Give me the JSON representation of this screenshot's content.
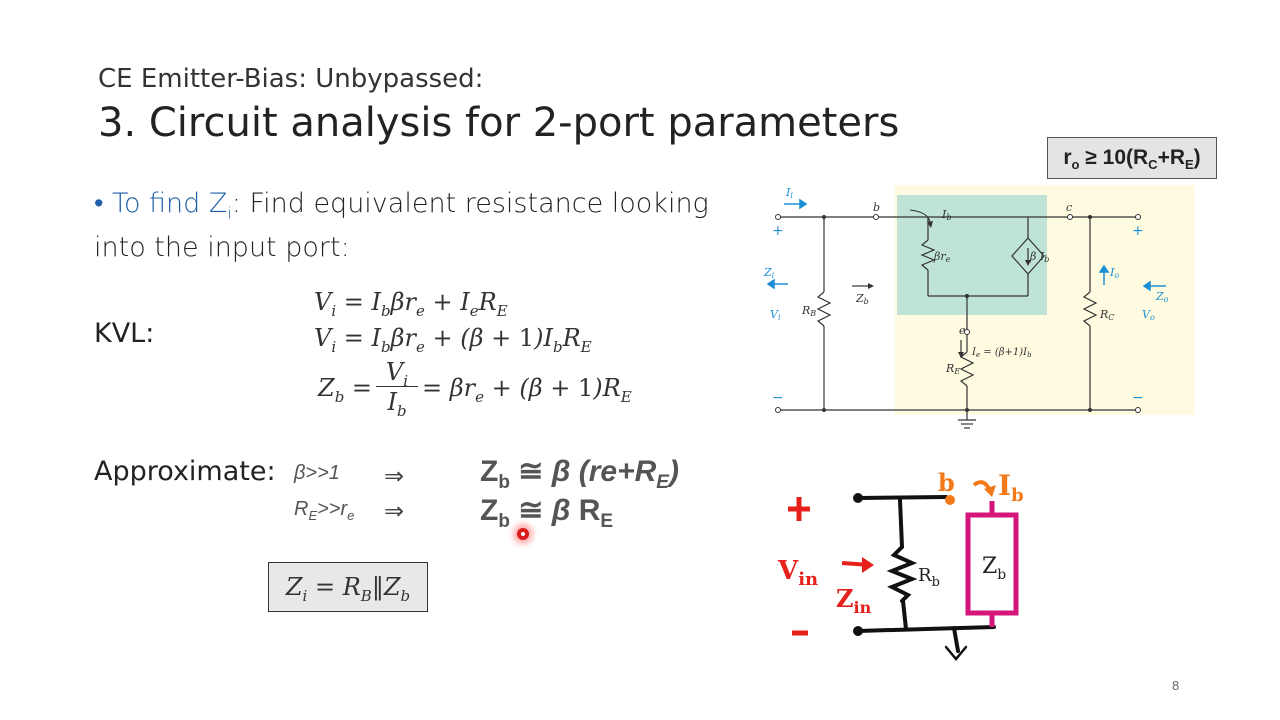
{
  "slide": {
    "subtitle": "CE Emitter-Bias: Unbypassed:",
    "title": "3. Circuit analysis for 2-port parameters",
    "page_number": "8"
  },
  "bullet": {
    "marker": "•",
    "highlight": "To find Z",
    "highlight_sub": "i",
    "text_colon": ":",
    "text": "Find equivalent resistance looking into the input port:"
  },
  "kvl": {
    "label": "KVL:",
    "eq1": "Vᵢ = I_b β r_e + I_e R_E",
    "eq2": "Vᵢ = I_b β r_e + (β + 1) I_b R_E",
    "eq3": "Z_b = Vᵢ / I_b = β r_e + (β + 1) R_E"
  },
  "approximate": {
    "label": "Approximate:",
    "cond1": "β>>1",
    "cond2": "R_E>>r_e",
    "implies": "⇒",
    "res1": "Z_b ≅ β (re+R_E)",
    "res2": "Z_b ≅ β R_E"
  },
  "result_box": "Z_i = R_B ‖ Z_b",
  "ro_condition": "r_o ≥ 10(R_C+R_E)",
  "circuit": {
    "labels": [
      "I_i",
      "b",
      "I_b",
      "βr_e",
      "βI_b",
      "c",
      "Z_i",
      "V_i",
      "Z_b",
      "R_B",
      "e",
      "I_e = (β+1)I_b",
      "R_E",
      "I_o",
      "Z_o",
      "R_C",
      "V_o",
      "+",
      "−"
    ]
  },
  "sketch": {
    "labels": [
      "+",
      "b",
      "I_b",
      "V_in",
      "Z_in",
      "R_b",
      "Z_b",
      "−"
    ]
  },
  "colors": {
    "accent_blue": "#1f5fa8",
    "highlight_yellow": "#fffbe0",
    "highlight_teal": "#bfe3d6",
    "sketch_orange": "#f27a1a",
    "sketch_magenta": "#d6157a",
    "sketch_red": "#e8201c"
  }
}
